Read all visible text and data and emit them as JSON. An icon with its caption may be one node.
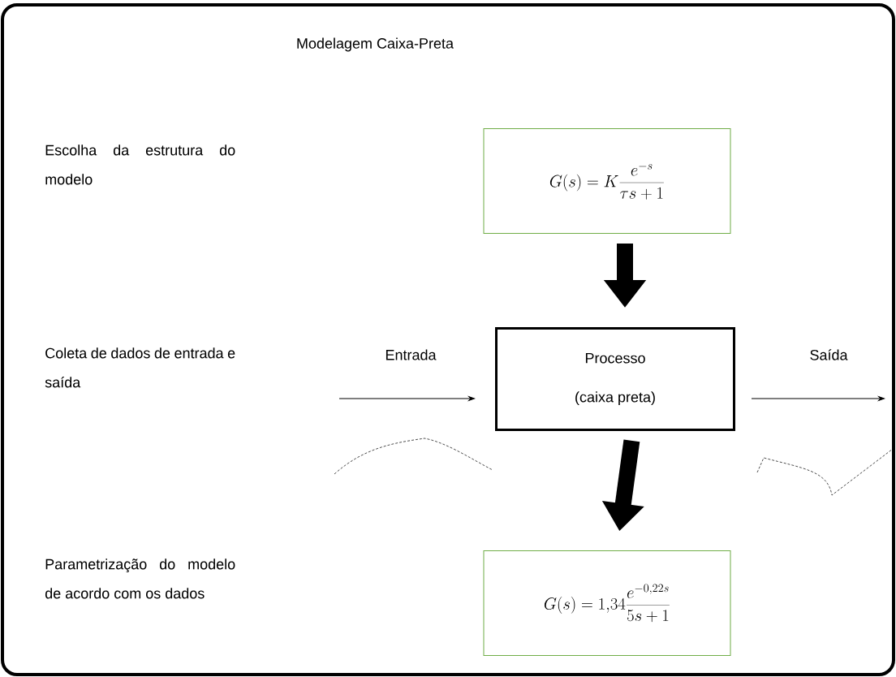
{
  "diagram": {
    "title": "Modelagem Caixa-Preta",
    "nodes": [
      {
        "text": [
          "G(s) = K\\frac{e^{-s}}{\\tau s + 1}"
        ]
      },
      {
        "text": [
          "Processo",
          "(caixa preta)"
        ]
      },
      {
        "text": [
          "G(s) = 1{,}34\\frac{e^{-0{,}22s}}{5s + 1}"
        ]
      }
    ],
    "edges": [
      {
        "from": 0,
        "to": 1,
        "arrow": "to",
        "style": "thick"
      },
      {
        "from": 1,
        "to": 2,
        "arrow": "to",
        "style": "thick"
      },
      {
        "from": null,
        "to": 1,
        "arrow": "to",
        "label": "Entrada"
      },
      {
        "from": 1,
        "to": null,
        "arrow": "to",
        "label": "Saída"
      }
    ],
    "labels": [
      "Escolha da estrutura do modelo",
      "Coleta de dados de entrada e saída",
      "Parametrização do modelo de acordo com os dados"
    ]
  }
}
